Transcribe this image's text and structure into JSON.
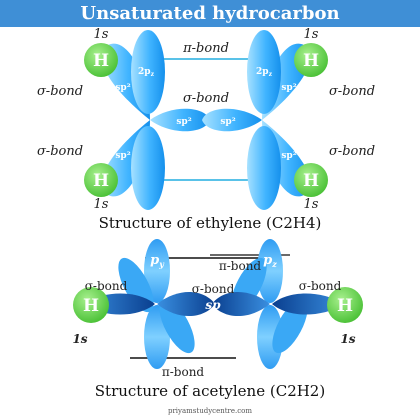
{
  "header": {
    "title": "Unsaturated hydrocarbon"
  },
  "ethylene": {
    "caption": "Structure of ethylene (C2H4)",
    "pi_bond": "π-bond",
    "cc_sigma": "σ-bond",
    "h_sigma": "σ-bond",
    "h_label": "H",
    "s_orbital": "1s",
    "sp2": "sp²",
    "p_orbital": "2p",
    "p_sub": "z",
    "p_sub2": "z"
  },
  "acetylene": {
    "caption": "Structure of acetylene (C2H2)",
    "pi_top": "π-bond",
    "pi_bottom": "π-bond",
    "cc_sigma": "σ-bond",
    "h_sigma": "σ-bond",
    "h_label": "H",
    "s_orbital": "1s",
    "sp": "sp",
    "py": "p",
    "py_sub": "y",
    "pz": "p",
    "pz_sub": "z"
  },
  "footer": {
    "website": "priyamstudycentre.com"
  },
  "colors": {
    "banner": "#3f8fd6",
    "hydrogen": "#63d34d",
    "orbital_light": "#8fd6ff",
    "orbital_dark": "#1f9af0",
    "sp_dark": "#0d4fa3",
    "pi_line": "#22aee0"
  }
}
